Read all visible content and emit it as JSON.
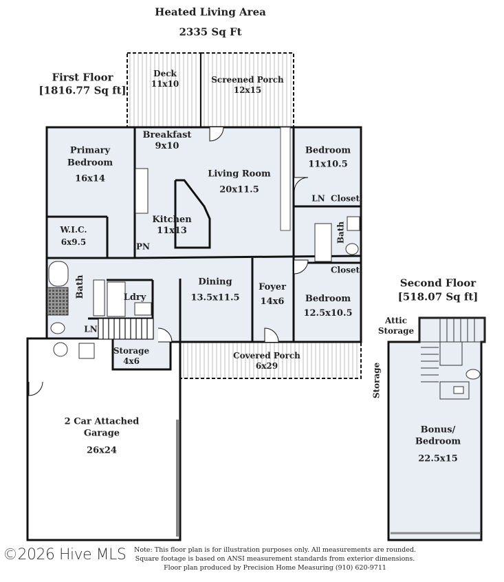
{
  "header": {
    "title": "Heated Living Area",
    "total_area": "2335 Sq Ft"
  },
  "first_floor": {
    "title": "First Floor",
    "area": "[1816.77 Sq ft]",
    "rooms": {
      "deck": {
        "name": "Deck",
        "size": "11x10"
      },
      "screened_porch": {
        "name": "Screened Porch",
        "size": "12x15"
      },
      "breakfast": {
        "name": "Breakfast",
        "size": "9x10"
      },
      "primary_bedroom": {
        "name": "Primary\nBedroom",
        "name_line1": "Primary",
        "name_line2": "Bedroom",
        "size": "16x14"
      },
      "living_room": {
        "name": "Living Room",
        "size": "20x11.5"
      },
      "bedroom_1": {
        "name": "Bedroom",
        "size": "11x10.5"
      },
      "ln_1": {
        "name": "LN"
      },
      "closet_1": {
        "name": "Closet"
      },
      "bath_1": {
        "name": "Bath"
      },
      "wic": {
        "name": "W.I.C.",
        "size": "6x9.5"
      },
      "kitchen": {
        "name": "Kitchen",
        "size": "11x13"
      },
      "pantry": {
        "name": "PN"
      },
      "closet_2": {
        "name": "Closet"
      },
      "bath_primary": {
        "name": "Bath"
      },
      "laundry": {
        "name": "Ldry"
      },
      "dining": {
        "name": "Dining",
        "size": "13.5x11.5"
      },
      "foyer": {
        "name": "Foyer",
        "size": "14x6"
      },
      "bedroom_2": {
        "name": "Bedroom",
        "size": "12.5x10.5"
      },
      "ln_2": {
        "name": "LN"
      },
      "storage": {
        "name": "Storage",
        "size": "4x6"
      },
      "covered_porch": {
        "name": "Covered Porch",
        "size": "6x29"
      },
      "garage": {
        "name_line1": "2 Car Attached",
        "name_line2": "Garage",
        "size": "26x24"
      }
    }
  },
  "second_floor": {
    "title": "Second Floor",
    "area": "[518.07 Sq ft]",
    "rooms": {
      "attic_storage": {
        "name_line1": "Attic",
        "name_line2": "Storage"
      },
      "storage": {
        "name": "Storage"
      },
      "bonus": {
        "name_line1": "Bonus/",
        "name_line2": "Bedroom",
        "size": "22.5x15"
      }
    }
  },
  "footer": {
    "watermark": "©2026 Hive MLS",
    "note_line1": "Note: This floor plan is for illustration purposes only. All measurements are rounded.",
    "note_line2": "Square footage is based on ANSI measurement standards from exterior dimensions.",
    "note_line3": "Floor plan produced by Precision Home Measuring (910) 620-9711"
  },
  "colors": {
    "room_fill": "#e9edf4",
    "wall": "#111111"
  }
}
